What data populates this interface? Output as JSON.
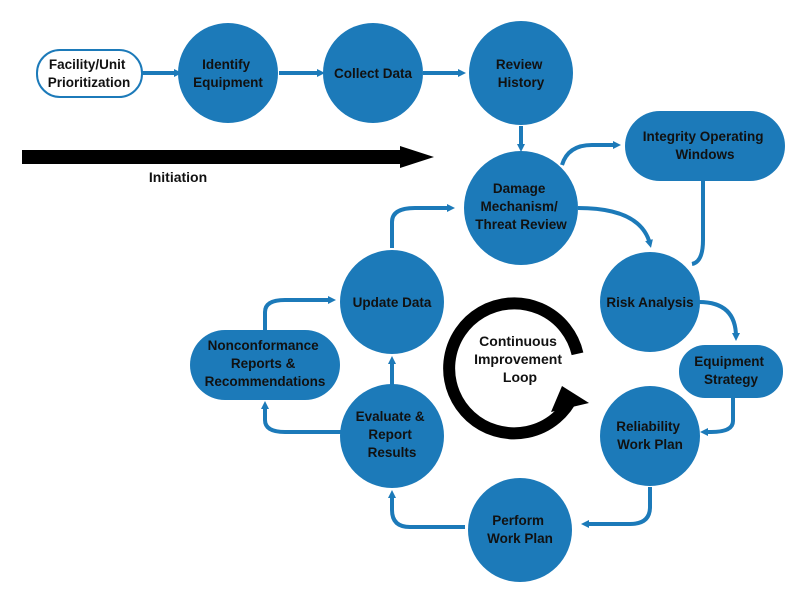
{
  "colors": {
    "node_fill": "#1c7ab9",
    "arrow": "#1c7ab9",
    "start_border": "#1c7ab9",
    "text": "#111111",
    "initiation_arrow": "#000000",
    "loop": "#000000"
  },
  "nodes": {
    "start": [
      "Facility/Unit",
      "Prioritization"
    ],
    "identify": [
      "Identify",
      "Equipment"
    ],
    "collect": [
      "Collect Data"
    ],
    "review": [
      "Review",
      "History"
    ],
    "damage": [
      "Damage",
      "Mechanism/",
      "Threat Review"
    ],
    "iow": [
      "Integrity Operating",
      "Windows"
    ],
    "risk": [
      "Risk Analysis"
    ],
    "strategy": [
      "Equipment",
      "Strategy"
    ],
    "reliability": [
      "Reliability",
      "Work Plan"
    ],
    "perform": [
      "Perform",
      "Work Plan"
    ],
    "evaluate": [
      "Evaluate &",
      "Report",
      "Results"
    ],
    "nonconf": [
      "Nonconformance",
      "Reports &",
      "Recommendations"
    ],
    "update": [
      "Update Data"
    ]
  },
  "labels": {
    "initiation": "Initiation",
    "loop": [
      "Continuous",
      "Improvement",
      "Loop"
    ]
  }
}
